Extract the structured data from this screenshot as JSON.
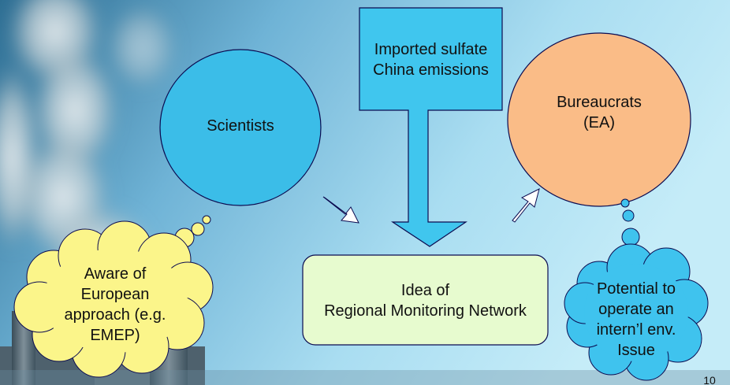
{
  "nodes": {
    "scientists": {
      "label": "Scientists"
    },
    "imported": {
      "lines": [
        "Imported sulfate",
        "China emissions"
      ]
    },
    "bureaucrats": {
      "lines": [
        "Bureaucrats",
        "(EA)"
      ]
    },
    "idea": {
      "lines": [
        "Idea of",
        "Regional Monitoring Network"
      ]
    }
  },
  "thoughts": {
    "scientists": {
      "lines": [
        "Aware of",
        "European",
        "approach (e.g.",
        "EMEP)"
      ]
    },
    "bureaucrats": {
      "lines": [
        "Potential to",
        "operate an",
        "intern’l env.",
        "Issue"
      ]
    }
  },
  "page_number": "10",
  "colors": {
    "scientists_fill": "#3BBDE8",
    "imported_fill": "#40C6EE",
    "bureaucrats_fill": "#FABC87",
    "idea_fill": "#E7FBCF",
    "cloud_yellow": "#FBF58A",
    "cloud_blue": "#3FC3EE"
  }
}
